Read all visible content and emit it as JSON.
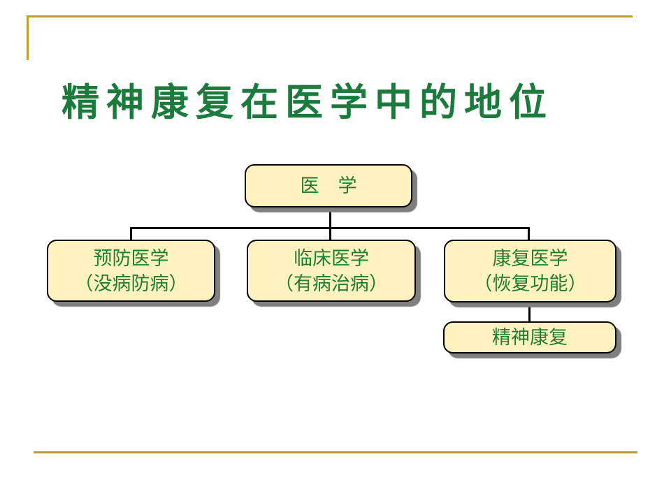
{
  "slide": {
    "title": "精神康复在医学中的地位"
  },
  "diagram": {
    "root": {
      "label": "医　学"
    },
    "children": [
      {
        "line1": "预防医学",
        "line2": "（没病防病）"
      },
      {
        "line1": "临床医学",
        "line2": "（有病治病）"
      },
      {
        "line1": "康复医学",
        "line2": "（恢复功能）"
      }
    ],
    "leaf": {
      "label": "精神康复"
    }
  },
  "colors": {
    "background": "#FFFFFF",
    "frame_gold": "#B9A22B",
    "title_green": "#1B7B3C",
    "node_text_green": "#1F7E33",
    "node_fill": "#FFF2BE",
    "node_border": "#000000",
    "node_shadow": "#7F7F7F",
    "connector": "#000000"
  }
}
